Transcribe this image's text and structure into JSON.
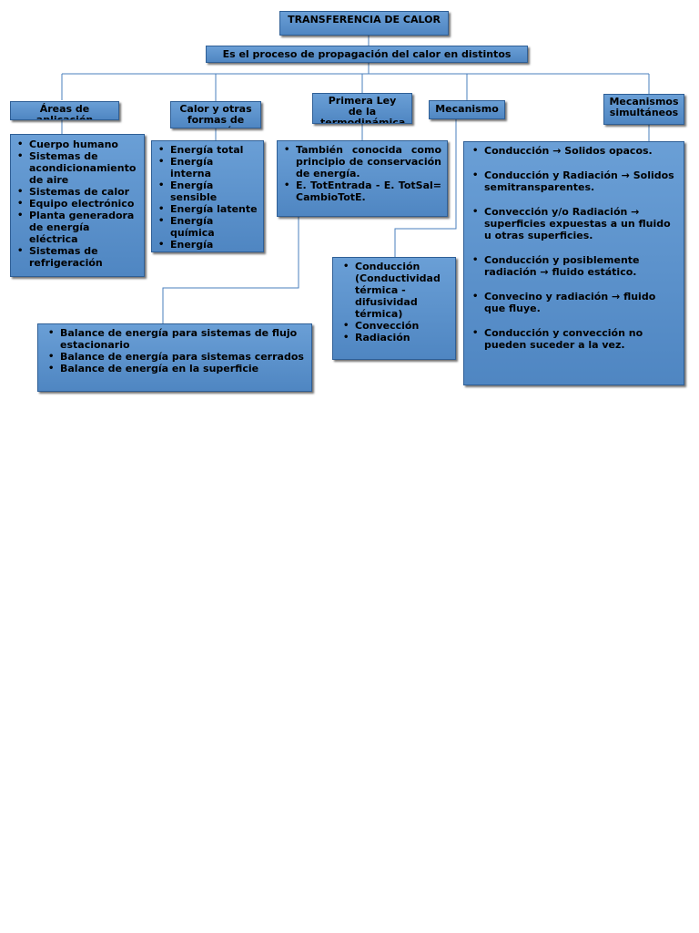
{
  "title": "TRANSFERENCIA DE CALOR",
  "definition": "Es el proceso de propagación del calor en distintos",
  "categories": [
    {
      "label": "Áreas de aplicación",
      "items": [
        "Cuerpo humano",
        "Sistemas de acondicionamiento de aire",
        "Sistemas de calor",
        "Equipo electrónico",
        "Planta generadora de energía eléctrica",
        "Sistemas de refrigeración"
      ]
    },
    {
      "label": "Calor y otras formas de energía",
      "items": [
        "Energía total",
        "Energía interna",
        "Energía sensible",
        "Energía latente",
        "Energía química",
        "Energía nuclear"
      ]
    },
    {
      "label": "Primera Ley de la termodinámica",
      "items": [
        "También conocida como principio de conservación de energía.",
        "E. TotEntrada - E. TotSal= CambioTotE."
      ]
    },
    {
      "label": "Mecanismo",
      "items": [
        "Conducción (Conductividad térmica - difusividad térmica)",
        "Convección",
        "Radiación"
      ]
    },
    {
      "label": "Mecanismos simultáneos",
      "items": [
        "Conducción → Solidos opacos.",
        "Conducción y Radiación → Solidos semitransparentes.",
        "Convección y/o Radiación → superficies expuestas a un fluido u otras superficies.",
        "Conducción y posiblemente radiación → fluido estático.",
        "Convecino y radiación → fluido que fluye.",
        "Conducción y convección no pueden suceder a la vez."
      ]
    }
  ],
  "balance": {
    "items": [
      "Balance de energía para sistemas de flujo estacionario",
      "Balance de energía para sistemas cerrados",
      "Balance de energía en la superficie"
    ]
  }
}
